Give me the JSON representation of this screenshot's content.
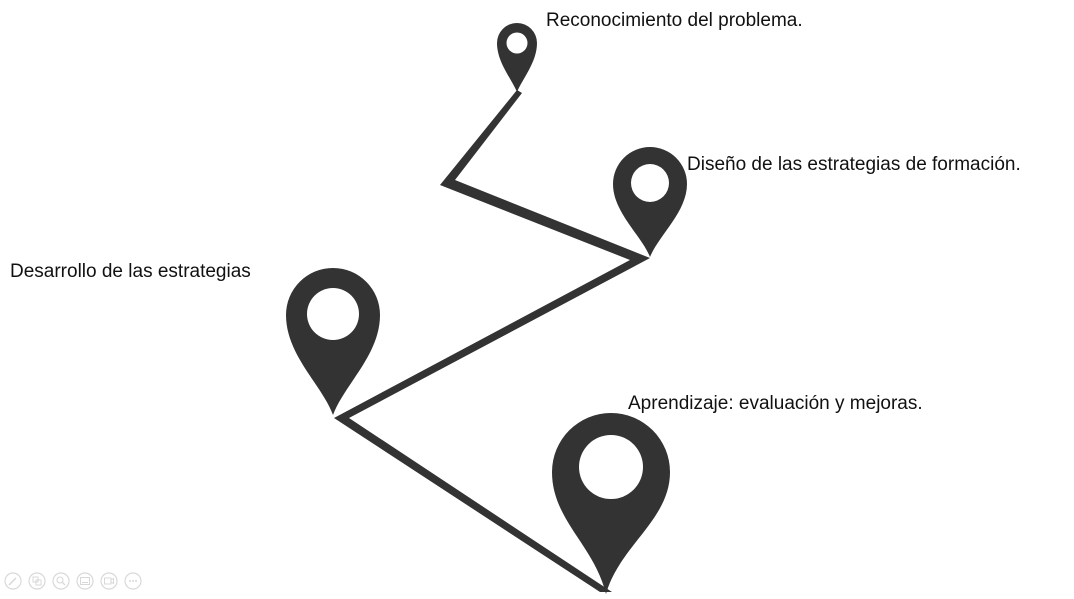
{
  "diagram": {
    "steps": [
      {
        "label": "Reconocimiento del problema."
      },
      {
        "label": "Diseño de las estrategias de formación."
      },
      {
        "label": "Desarrollo de las estrategias"
      },
      {
        "label": "Aprendizaje: evaluación y mejoras."
      }
    ],
    "colors": {
      "path": "#333333",
      "text": "#111111",
      "background": "#ffffff",
      "toolbar": "#777777"
    }
  },
  "toolbar": {
    "buttons": [
      {
        "icon": "pen-icon"
      },
      {
        "icon": "slides-grid-icon"
      },
      {
        "icon": "zoom-icon"
      },
      {
        "icon": "subtitles-icon"
      },
      {
        "icon": "camera-off-icon"
      },
      {
        "icon": "more-options-icon"
      }
    ]
  }
}
